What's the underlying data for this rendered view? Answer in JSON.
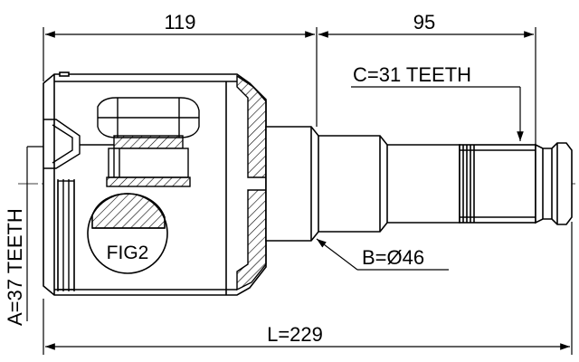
{
  "dimensions": {
    "top_left": "119",
    "top_right": "95",
    "total_length": "L=229",
    "spline_c": "C=31 TEETH",
    "diameter_b": "B=Ø46",
    "spline_a": "A=37 TEETH"
  },
  "detail_label": "FIG2"
}
